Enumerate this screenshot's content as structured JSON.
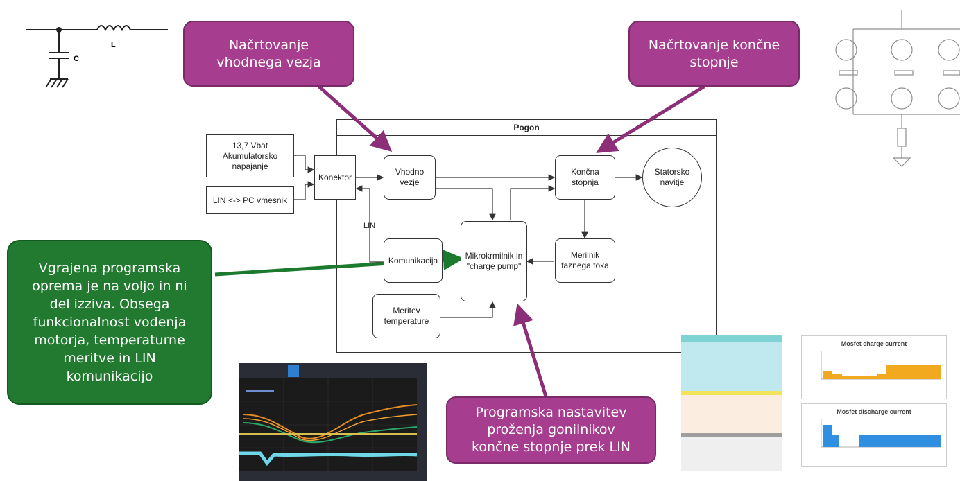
{
  "callouts": {
    "input_circuit": "Načrtovanje\nvhodnega vezja",
    "final_stage": "Načrtovanje končne\nstopnje",
    "driver_setup": "Programska nastavitev\nproženja gonilnikov\nkončne stopnje prek LIN",
    "firmware_note": "Vgrajena programska\noprema je na voljo in ni\ndel izziva. Obsega\nfunkcionalnost vodenja\nmotorja, temperaturne\nmeritve in LIN\nkomunikacijo"
  },
  "diagram": {
    "group_title": "Pogon",
    "nodes": {
      "battery": "13,7 Vbat\nAkumulatorsko\nnapajanje",
      "lin_pc": "LIN <-> PC vmesnik",
      "connector": "Konektor",
      "input_circuit": "Vhodno\nvezje",
      "final_stage": "Končna\nstopnja",
      "stator": "Statorsko\nnavitje",
      "communication": "Komunikacija",
      "mcu": "Mikrokrmilnik in\n\"charge pump\"",
      "phase_meter": "Merilnik\nfaznega toka",
      "temperature": "Meritev\ntemperature"
    },
    "edge_labels": {
      "lin": "LIN"
    }
  },
  "schematic": {
    "capacitor_label": "C",
    "inductor_label": "L"
  },
  "charts": {
    "charge_title": "Mosfet charge current",
    "discharge_title": "Mosfet discharge current"
  },
  "colors": {
    "callout": "#a63d8e",
    "callout_arrow": "#8c2f78",
    "green_box": "#217a2f",
    "green_arrow": "#1c7a2e",
    "chart_orange": "#f2a81f",
    "chart_blue": "#2f8fe0"
  }
}
